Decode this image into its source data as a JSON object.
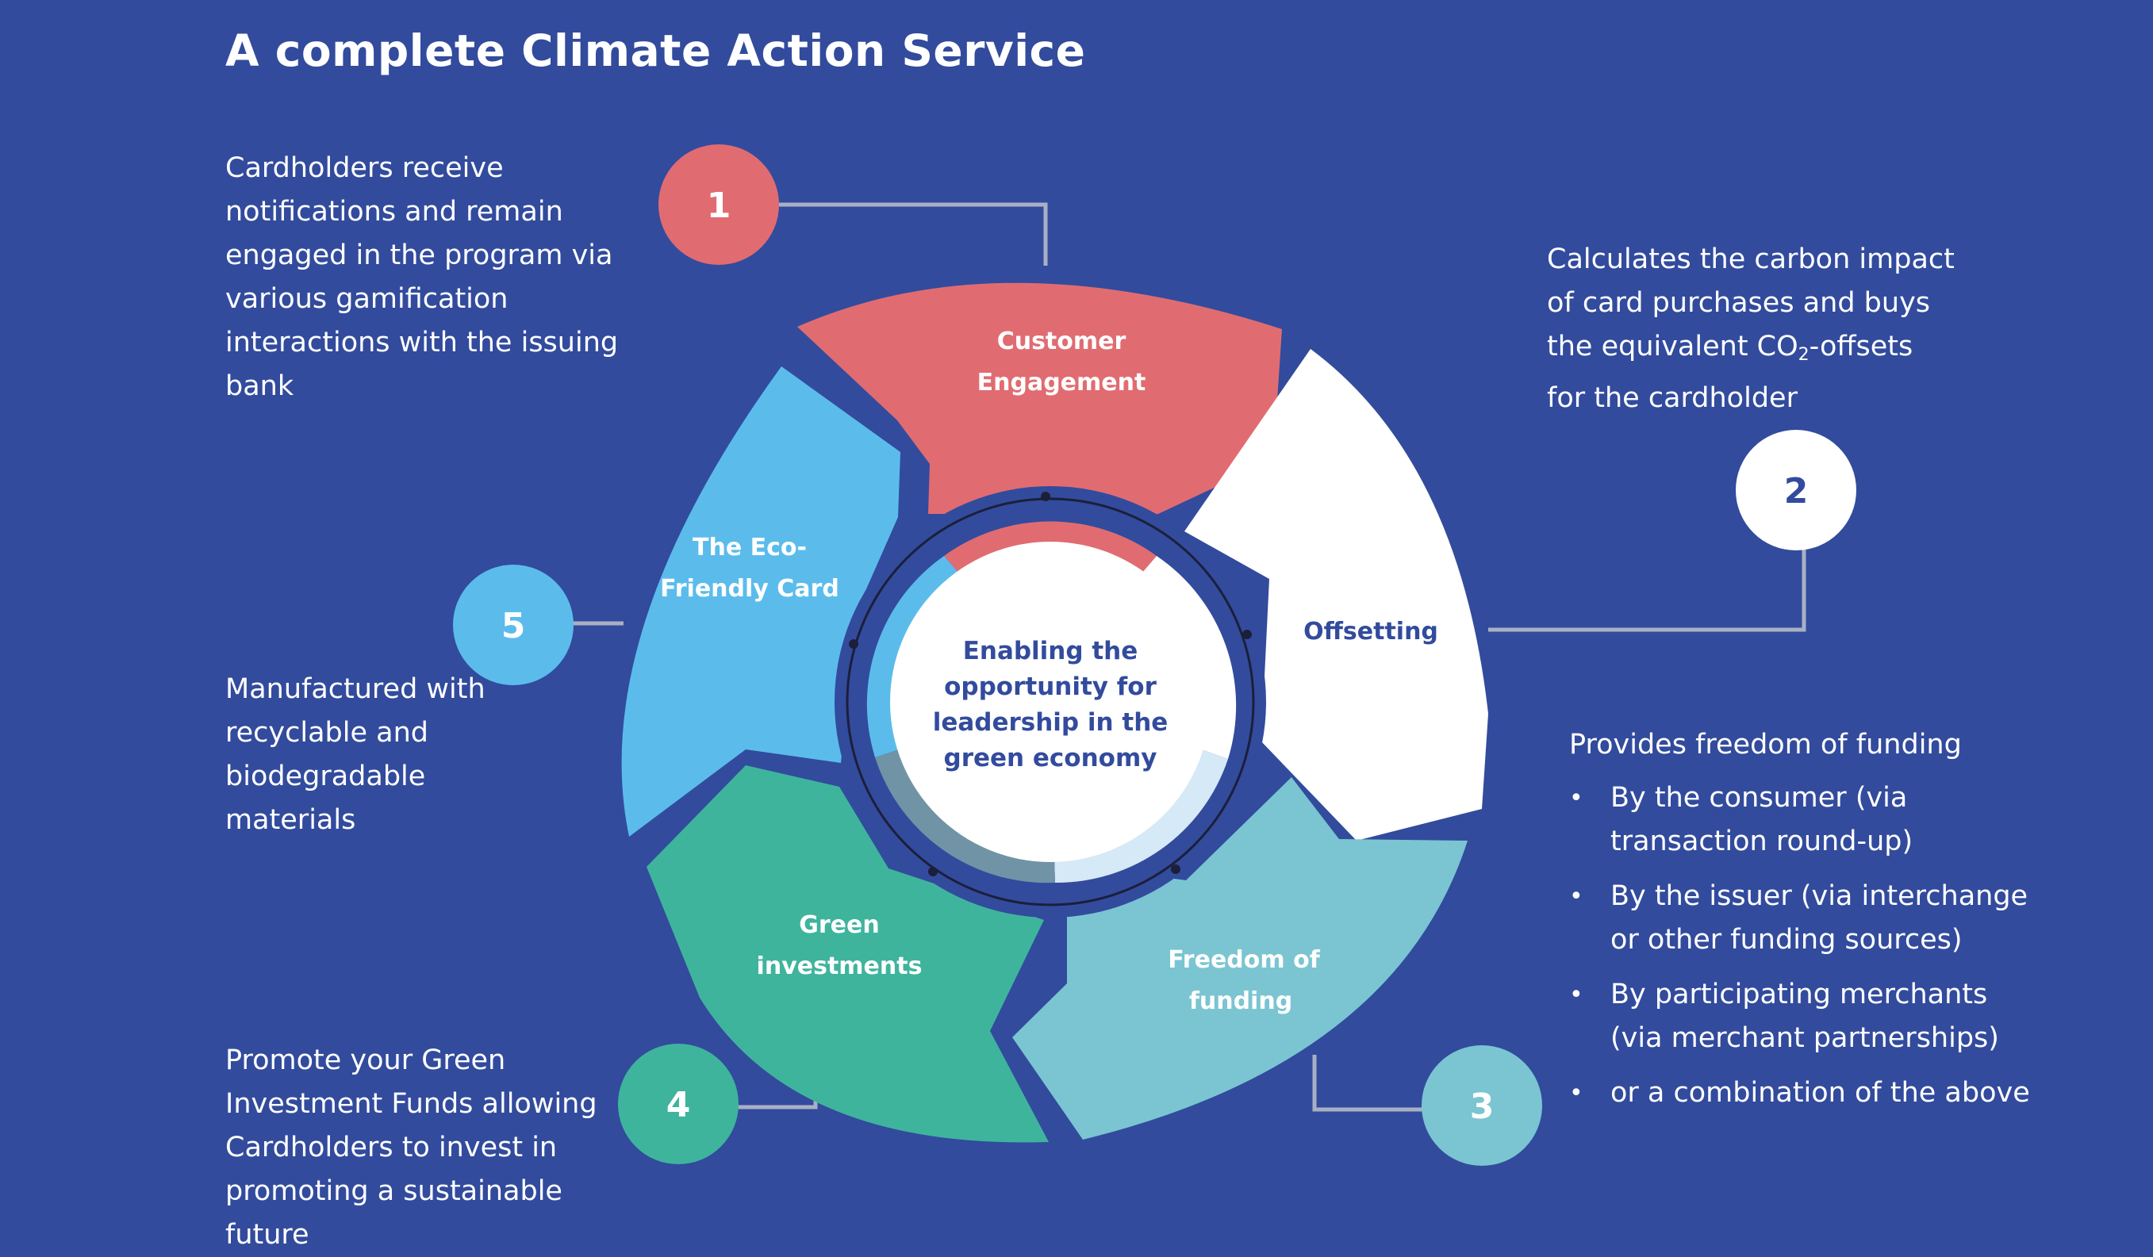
{
  "title": "A complete Climate Action Service",
  "center_text": [
    "Enabling the",
    "opportunity for",
    "leadership in the",
    "green economy"
  ],
  "colors": {
    "background": "#324b9d",
    "customer_engagement": "#e06c71",
    "offsetting": "#ffffff",
    "freedom_of_funding": "#7ac5d1",
    "green_investments": "#3fb49d",
    "eco_card": "#5bbcec",
    "label_dark": "#324b9d"
  },
  "segments": [
    {
      "id": "customer-engagement",
      "number": "1",
      "label": [
        "Customer",
        "Engagement"
      ]
    },
    {
      "id": "offsetting",
      "number": "2",
      "label": [
        "Offsetting"
      ]
    },
    {
      "id": "freedom-of-funding",
      "number": "3",
      "label": [
        "Freedom of",
        "funding"
      ]
    },
    {
      "id": "green-investments",
      "number": "4",
      "label": [
        "Green",
        "investments"
      ]
    },
    {
      "id": "eco-card",
      "number": "5",
      "label": [
        "The Eco-",
        "Friendly Card"
      ]
    }
  ],
  "descriptions": {
    "d1": "Cardholders receive notifications and remain engaged in the program via various gamification interactions with the issuing bank",
    "d2_before": "Calculates the carbon impact of card purchases and buys the equivalent CO",
    "d2_sub": "2",
    "d2_after": "-offsets for the cardholder",
    "d3_intro": "Provides freedom of funding",
    "d3_bullet": "•",
    "d3_items": [
      "By the consumer (via transaction round-up)",
      "By the issuer (via interchange or other funding sources)",
      "By participating merchants (via merchant partnerships)",
      "or a combination of the above"
    ],
    "d4": "Promote your Green Investment Funds allowing Cardholders to invest in promoting a sustainable future",
    "d5": "Manufactured with recyclable and biodegradable materials"
  }
}
